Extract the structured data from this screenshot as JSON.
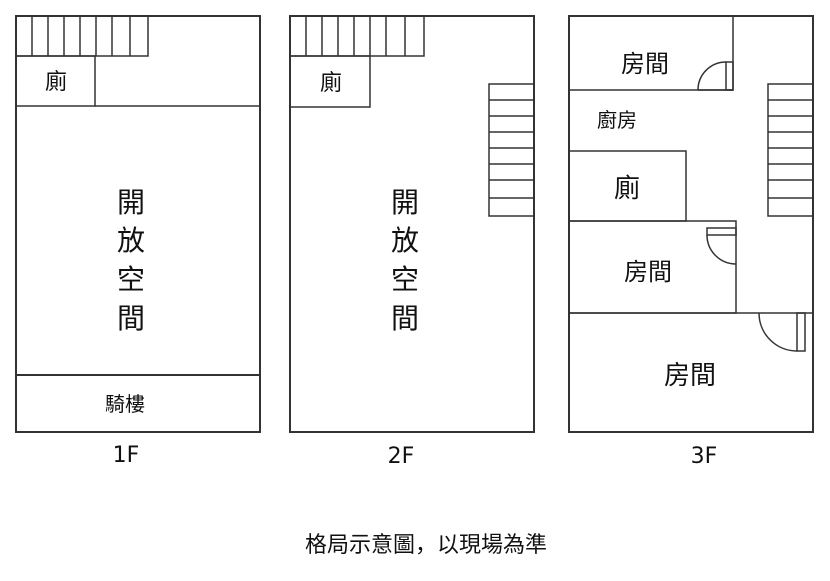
{
  "floors": {
    "f1": {
      "label": "1F",
      "rooms": {
        "toilet": "廁",
        "open_space": [
          "開",
          "放",
          "空",
          "間"
        ],
        "arcade": "騎樓"
      }
    },
    "f2": {
      "label": "2F",
      "rooms": {
        "toilet": "廁",
        "open_space": [
          "開",
          "放",
          "空",
          "間"
        ]
      }
    },
    "f3": {
      "label": "3F",
      "rooms": {
        "room_top": "房間",
        "kitchen": "廚房",
        "toilet": "廁",
        "room_middle": "房間",
        "room_bottom": "房間"
      }
    }
  },
  "caption": "格局示意圖，以現場為準",
  "colors": {
    "line": "#333333",
    "text": "#111111",
    "background": "#ffffff"
  }
}
